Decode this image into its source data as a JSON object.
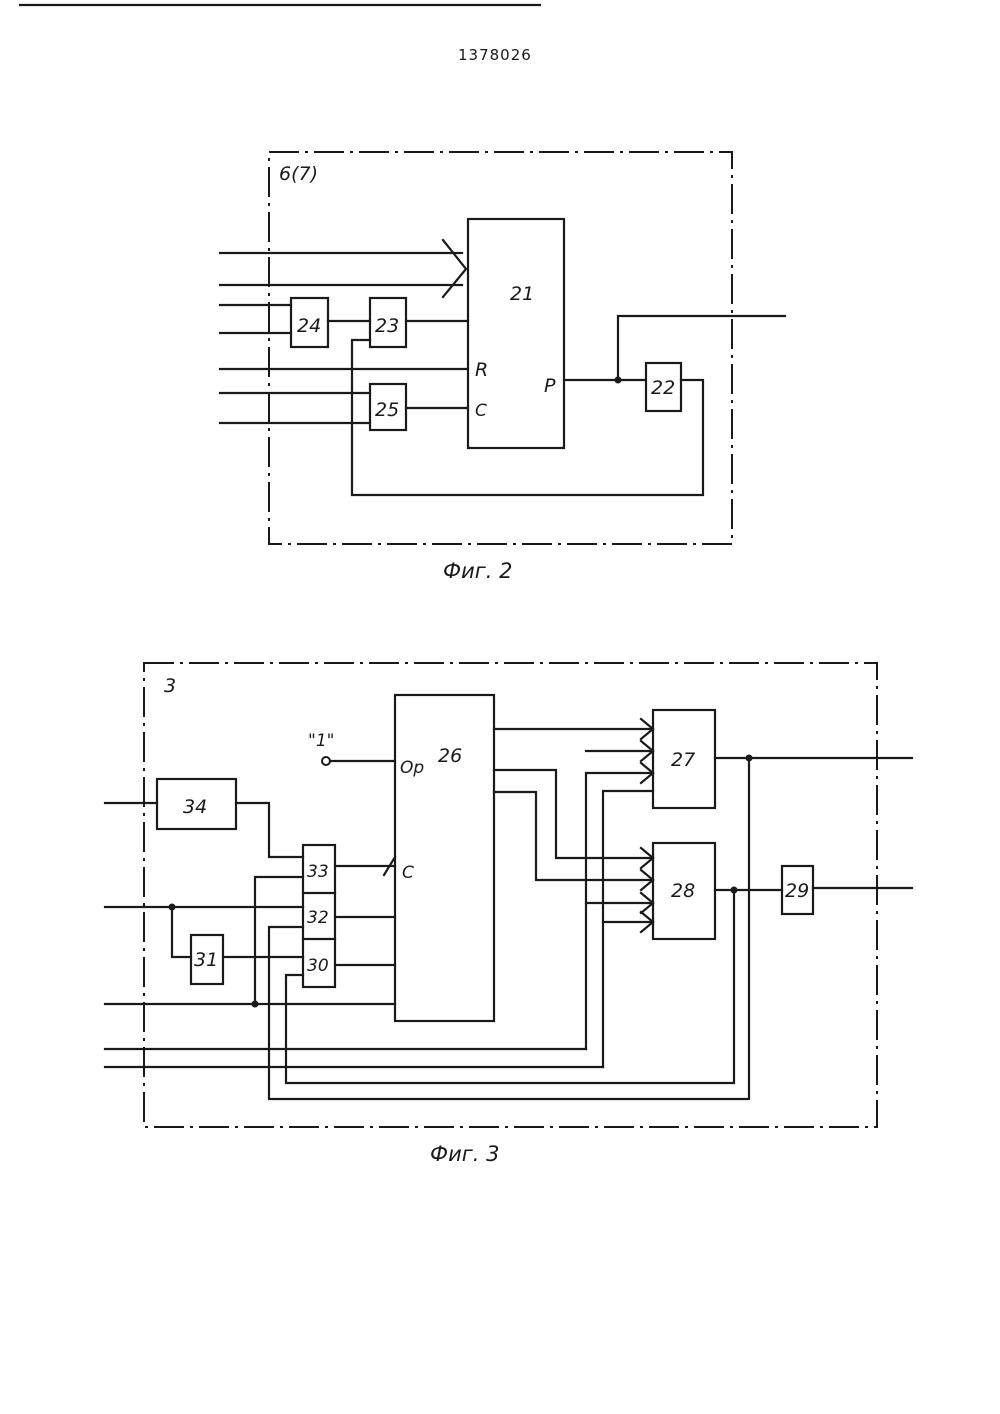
{
  "patent_number": "1378026",
  "fig2": {
    "frame_label": "6(7)",
    "caption": "Фиг. 2",
    "blocks": {
      "b21": "21",
      "b22": "22",
      "b23": "23",
      "b24": "24",
      "b25": "25"
    },
    "pins": {
      "r": "R",
      "c": "C",
      "p": "P"
    }
  },
  "fig3": {
    "frame_label": "3",
    "caption": "Фиг. 3",
    "const_label": "\"1\"",
    "blocks": {
      "b26": "26",
      "b27": "27",
      "b28": "28",
      "b29": "29",
      "b30": "30",
      "b31": "31",
      "b32": "32",
      "b33": "33",
      "b34": "34"
    },
    "pins": {
      "op": "Op",
      "c": "C"
    }
  }
}
